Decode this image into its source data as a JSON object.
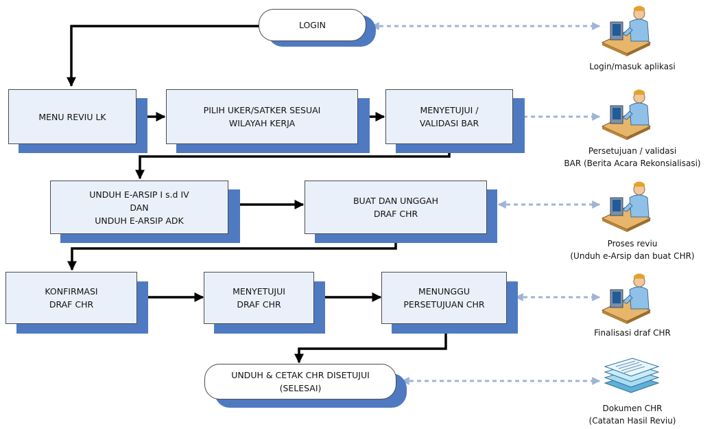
{
  "nodes": {
    "login": "LOGIN",
    "menu": "MENU REVIU LK",
    "pilih": [
      "PILIH UKER/SATKER SESUAI",
      "WILAYAH KERJA"
    ],
    "menyetujui_bar": [
      "MENYETUJUI /",
      "VALIDASI BAR"
    ],
    "unduh": [
      "UNDUH E-ARSIP I s.d IV",
      "DAN",
      "UNDUH E-ARSIP ADK"
    ],
    "buat": [
      "BUAT DAN UNGGAH",
      "DRAF CHR"
    ],
    "konfirmasi": [
      "KONFIRMASI",
      "DRAF CHR"
    ],
    "menyetujui_draf": [
      "MENYETUJUI",
      "DRAF CHR"
    ],
    "menunggu": [
      "MENUNGGU",
      "PERSETUJUAN CHR"
    ],
    "unduh_cetak": [
      "UNDUH & CETAK CHR DISETUJUI",
      "(SELESAI)"
    ]
  },
  "labels": {
    "login": "Login/masuk aplikasi",
    "persetujuan": [
      "Persetujuan / validasi",
      "BAR (Berita Acara Rekonsialisasi)"
    ],
    "proses": [
      "Proses reviu",
      "(Unduh e-Arsip dan buat CHR)"
    ],
    "finalisasi": "Finalisasi draf CHR",
    "dokumen": [
      "Dokumen CHR",
      "(Catatan Hasil Reviu)"
    ]
  },
  "icons": [
    "user-at-computer-icon",
    "user-at-computer-icon",
    "user-at-computer-icon",
    "user-at-computer-icon",
    "documents-stack-icon"
  ],
  "colors": {
    "box_fill": "#eaf0f9",
    "box_shadow": "#4f7ac1",
    "dashed_arrow": "#9fb4d6",
    "flow_arrow": "#000000"
  }
}
